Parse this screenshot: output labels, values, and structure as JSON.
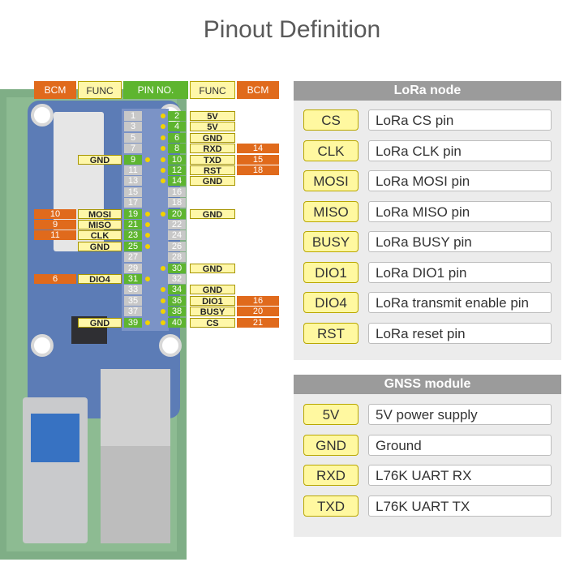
{
  "title": "Pinout Definition",
  "header_labels": {
    "bcm_left": "BCM",
    "func_left": "FUNC",
    "pin_no": "PIN NO.",
    "func_right": "FUNC",
    "bcm_right": "BCM"
  },
  "pins_odd": [
    {
      "num": "1",
      "active": false
    },
    {
      "num": "3",
      "active": false
    },
    {
      "num": "5",
      "active": false
    },
    {
      "num": "7",
      "active": false
    },
    {
      "num": "9",
      "active": true,
      "func": "GND"
    },
    {
      "num": "11",
      "active": false
    },
    {
      "num": "13",
      "active": false
    },
    {
      "num": "15",
      "active": false
    },
    {
      "num": "17",
      "active": false
    },
    {
      "num": "19",
      "active": true,
      "func": "MOSI",
      "bcm": "10"
    },
    {
      "num": "21",
      "active": true,
      "func": "MISO",
      "bcm": "9"
    },
    {
      "num": "23",
      "active": true,
      "func": "CLK",
      "bcm": "11"
    },
    {
      "num": "25",
      "active": true,
      "func": "GND"
    },
    {
      "num": "27",
      "active": false
    },
    {
      "num": "29",
      "active": false
    },
    {
      "num": "31",
      "active": true,
      "func": "DIO4",
      "bcm": "6"
    },
    {
      "num": "33",
      "active": false
    },
    {
      "num": "35",
      "active": false
    },
    {
      "num": "37",
      "active": false
    },
    {
      "num": "39",
      "active": true,
      "func": "GND"
    }
  ],
  "pins_even": [
    {
      "num": "2",
      "active": true,
      "func": "5V"
    },
    {
      "num": "4",
      "active": true,
      "func": "5V"
    },
    {
      "num": "6",
      "active": true,
      "func": "GND"
    },
    {
      "num": "8",
      "active": true,
      "func": "RXD",
      "bcm": "14"
    },
    {
      "num": "10",
      "active": true,
      "func": "TXD",
      "bcm": "15"
    },
    {
      "num": "12",
      "active": true,
      "func": "RST",
      "bcm": "18"
    },
    {
      "num": "14",
      "active": true,
      "func": "GND"
    },
    {
      "num": "16",
      "active": false
    },
    {
      "num": "18",
      "active": false
    },
    {
      "num": "20",
      "active": true,
      "func": "GND"
    },
    {
      "num": "22",
      "active": false
    },
    {
      "num": "24",
      "active": false
    },
    {
      "num": "26",
      "active": false
    },
    {
      "num": "28",
      "active": false
    },
    {
      "num": "30",
      "active": true,
      "func": "GND"
    },
    {
      "num": "32",
      "active": false
    },
    {
      "num": "34",
      "active": true,
      "func": "GND"
    },
    {
      "num": "36",
      "active": true,
      "func": "DIO1",
      "bcm": "16"
    },
    {
      "num": "38",
      "active": true,
      "func": "BUSY",
      "bcm": "20"
    },
    {
      "num": "40",
      "active": true,
      "func": "CS",
      "bcm": "21"
    }
  ],
  "lora_panel": {
    "title": "LoRa node",
    "rows": [
      {
        "name": "CS",
        "desc": "LoRa CS pin"
      },
      {
        "name": "CLK",
        "desc": "LoRa CLK pin"
      },
      {
        "name": "MOSI",
        "desc": "LoRa MOSI pin"
      },
      {
        "name": "MISO",
        "desc": "LoRa MISO pin"
      },
      {
        "name": "BUSY",
        "desc": "LoRa BUSY pin"
      },
      {
        "name": "DIO1",
        "desc": "LoRa DIO1 pin"
      },
      {
        "name": "DIO4",
        "desc": "LoRa transmit enable pin"
      },
      {
        "name": "RST",
        "desc": "LoRa reset pin"
      }
    ]
  },
  "gnss_panel": {
    "title": "GNSS module",
    "rows": [
      {
        "name": "5V",
        "desc": "5V power supply"
      },
      {
        "name": "GND",
        "desc": "Ground"
      },
      {
        "name": "RXD",
        "desc": "L76K UART RX"
      },
      {
        "name": "TXD",
        "desc": "L76K UART TX"
      }
    ]
  },
  "colors": {
    "bcm": "#e06a1c",
    "func": "#fff7a8",
    "pin_active": "#5eb52f",
    "pin_inactive": "#c8c8c8",
    "panel_head": "#9b9b9b"
  }
}
